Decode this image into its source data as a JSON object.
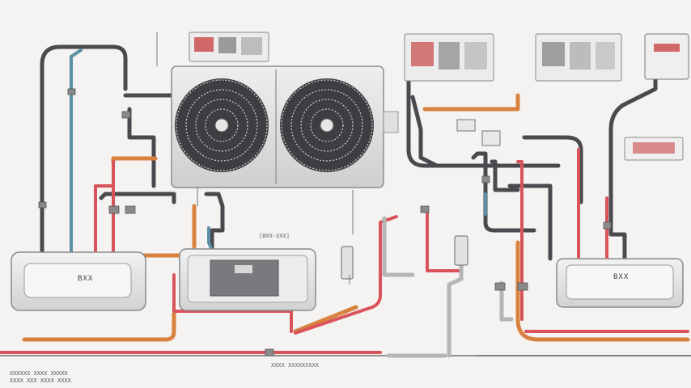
{
  "diagram": {
    "labels": {
      "left_unit": "BXX",
      "right_unit": "BXX",
      "mid_tag": "[BXX-XXX]",
      "bottom_caption": "XXXX XXXXXXXXX",
      "footnote_line1": "XXXXXX XXXX XXXXX",
      "footnote_line2": "XXXX XXX XXXX XXXX"
    },
    "colors": {
      "hot_pipe": "#d9545a",
      "warm_pipe": "#d9823f",
      "cold_pipe": "#5c8fa6",
      "dark_pipe": "#4a4a4e",
      "unit_body": "#dcdcdc"
    },
    "components": [
      "condenser-fan-unit",
      "left-tank-unit",
      "center-controller-unit",
      "right-tank-unit",
      "wall-panels",
      "piping"
    ]
  }
}
